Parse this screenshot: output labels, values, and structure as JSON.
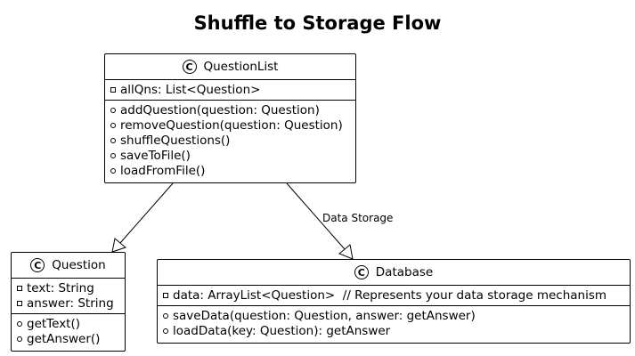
{
  "diagram": {
    "title": "Shuffle to Storage Flow",
    "classes": {
      "questionlist": {
        "name": "QuestionList",
        "icon": "class-c-icon",
        "fields": [
          "allQns: List<Question>"
        ],
        "methods": [
          "addQuestion(question: Question)",
          "removeQuestion(question: Question)",
          "shuffleQuestions()",
          "saveToFile()",
          "loadFromFile()"
        ]
      },
      "question": {
        "name": "Question",
        "icon": "class-c-icon",
        "fields": [
          "text: String",
          "answer: String"
        ],
        "methods": [
          "getText()",
          "getAnswer()"
        ]
      },
      "database": {
        "name": "Database",
        "icon": "class-c-icon",
        "fields": [
          "data: ArrayList<Question>  // Represents your data storage mechanism"
        ],
        "methods": [
          "saveData(question: Question, answer: getAnswer)",
          "loadData(key: Question): getAnswer"
        ]
      }
    },
    "relations": [
      {
        "from": "QuestionList",
        "to": "Question",
        "kind": "generalization",
        "label": ""
      },
      {
        "from": "QuestionList",
        "to": "Database",
        "kind": "generalization",
        "label": "Data Storage"
      }
    ]
  }
}
